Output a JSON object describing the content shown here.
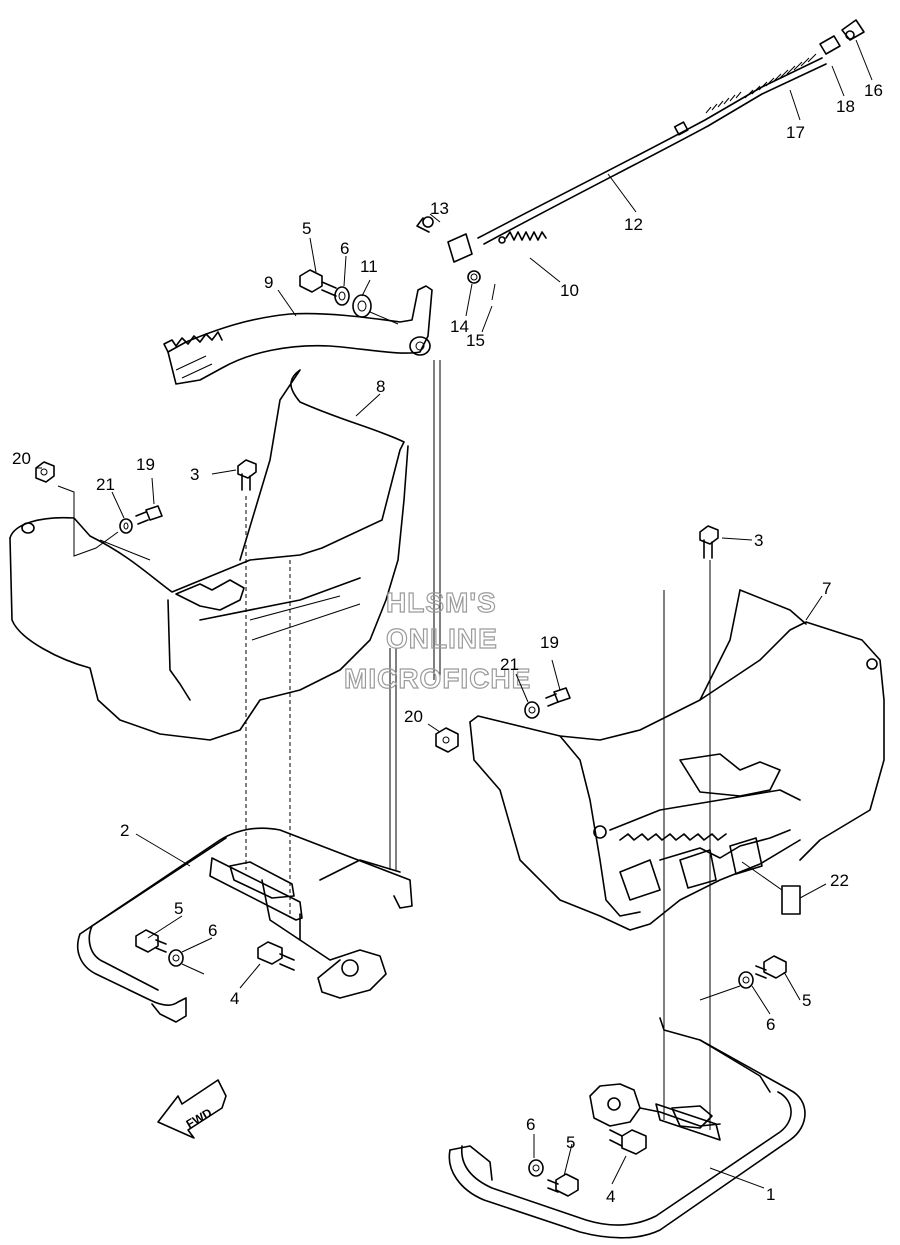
{
  "callouts": [
    {
      "label": "1"
    },
    {
      "label": "2"
    },
    {
      "label": "3"
    },
    {
      "label": "3"
    },
    {
      "label": "4"
    },
    {
      "label": "4"
    },
    {
      "label": "5"
    },
    {
      "label": "5"
    },
    {
      "label": "5"
    },
    {
      "label": "5"
    },
    {
      "label": "6"
    },
    {
      "label": "6"
    },
    {
      "label": "6"
    },
    {
      "label": "6"
    },
    {
      "label": "7"
    },
    {
      "label": "8"
    },
    {
      "label": "9"
    },
    {
      "label": "10"
    },
    {
      "label": "11"
    },
    {
      "label": "12"
    },
    {
      "label": "13"
    },
    {
      "label": "14"
    },
    {
      "label": "15"
    },
    {
      "label": "16"
    },
    {
      "label": "17"
    },
    {
      "label": "18"
    },
    {
      "label": "19"
    },
    {
      "label": "19"
    },
    {
      "label": "20"
    },
    {
      "label": "20"
    },
    {
      "label": "21"
    },
    {
      "label": "21"
    },
    {
      "label": "22"
    }
  ],
  "watermark": {
    "line1": "HLSM'S",
    "line2": "ONLINE",
    "line3": "MICROFICHE"
  },
  "fwd_label": "FWD"
}
